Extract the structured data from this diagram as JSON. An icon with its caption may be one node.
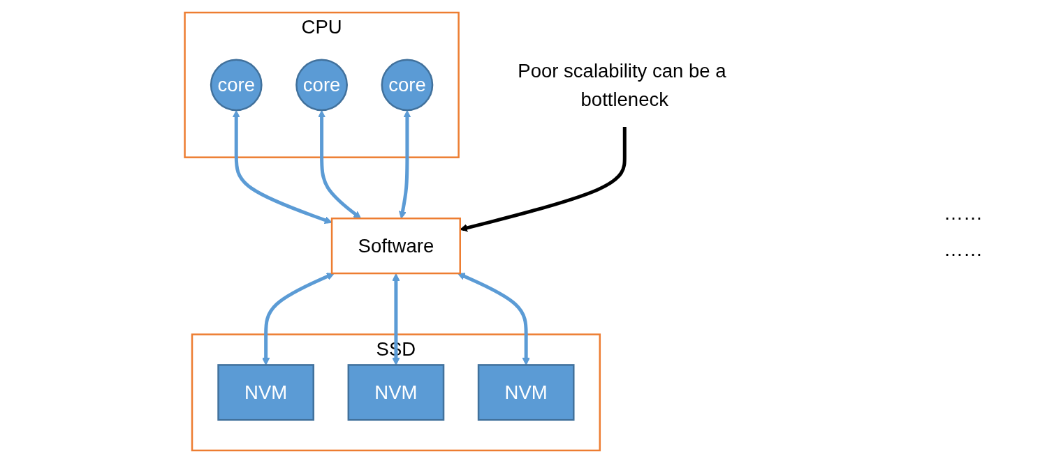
{
  "diagram": {
    "nodes": [
      {
        "text": [
          "CPU"
        ]
      },
      {
        "text": [
          "core"
        ],
        "in": 0
      },
      {
        "text": [
          "core"
        ],
        "in": 0
      },
      {
        "text": [
          "core"
        ],
        "in": 0
      },
      {
        "text": [
          "Software"
        ]
      },
      {
        "text": [
          "Poor scalability can be a bottleneck"
        ]
      },
      {
        "text": [
          "SSD"
        ]
      },
      {
        "text": [
          "NVM"
        ],
        "in": 6
      },
      {
        "text": [
          "NVM"
        ],
        "in": 6
      },
      {
        "text": [
          "NVM"
        ],
        "in": 6
      }
    ],
    "edges": [
      {
        "from": 1,
        "to": 4,
        "arrow": "both"
      },
      {
        "from": 2,
        "to": 4,
        "arrow": "both"
      },
      {
        "from": 3,
        "to": 4,
        "arrow": "both"
      },
      {
        "from": 5,
        "to": 4,
        "arrow": "to",
        "color": "#000000"
      },
      {
        "from": 4,
        "to": 7,
        "arrow": "both"
      },
      {
        "from": 4,
        "to": 8,
        "arrow": "both"
      },
      {
        "from": 4,
        "to": 9,
        "arrow": "both"
      }
    ],
    "labels": [
      "……",
      "……"
    ]
  }
}
